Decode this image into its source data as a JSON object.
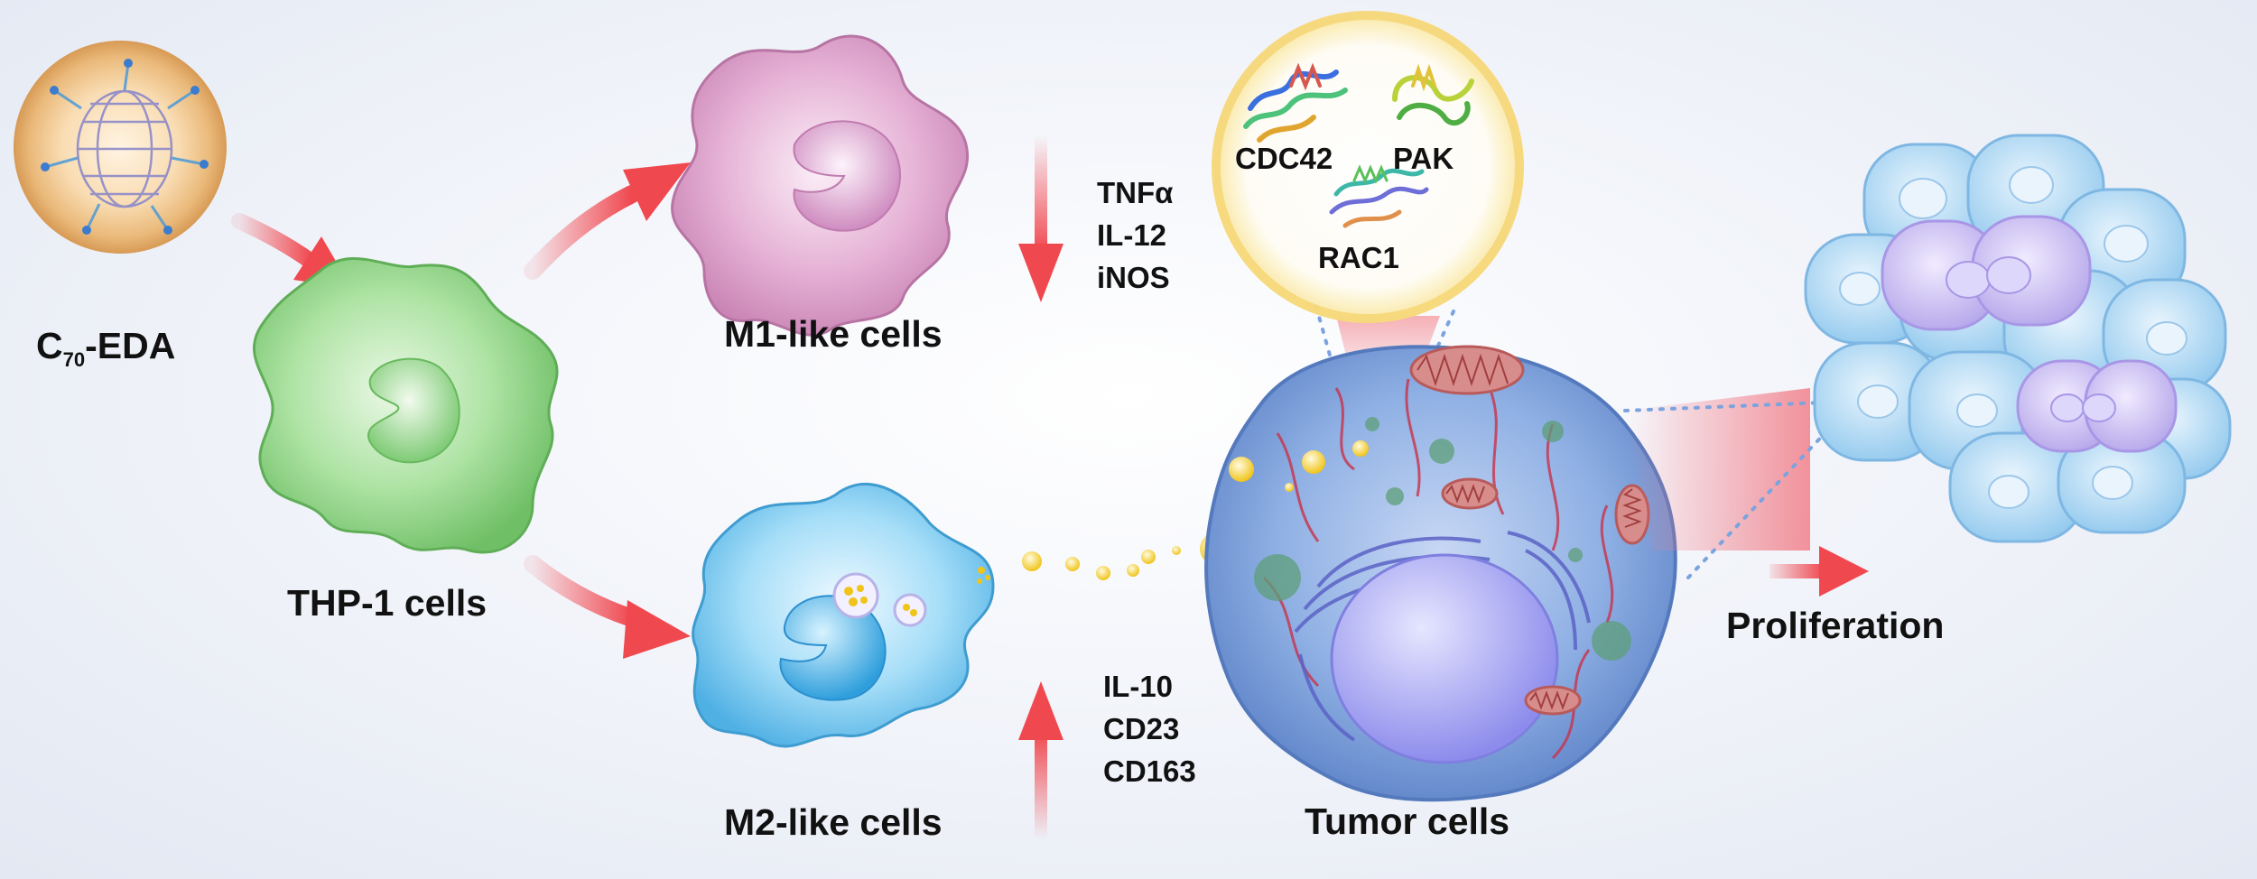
{
  "nanoparticle": {
    "main": "C",
    "sub": "70",
    "suffix": "-EDA"
  },
  "cells": {
    "thp1": "THP-1 cells",
    "m1": "M1-like cells",
    "m2": "M2-like cells",
    "tumor": "Tumor cells"
  },
  "m1_markers": [
    "TNFα",
    "IL-12",
    "iNOS"
  ],
  "m2_markers": [
    "IL-10",
    "CD23",
    "CD163"
  ],
  "proteins": [
    "CDC42",
    "PAK",
    "RAC1"
  ],
  "outcome": "Proliferation",
  "colors": {
    "arrow": "#f0484f",
    "thp1_cell": "#8ed487",
    "m1_cell": "#d89ac6",
    "m2_cell": "#6cc3ef",
    "tumor_cell": "#7fa3dd",
    "nucleus": "#9e9ef0",
    "vesicle": "#f3d23a",
    "mitochondria": "#c96a6a",
    "cluster_cell": "#b3dcf5"
  }
}
